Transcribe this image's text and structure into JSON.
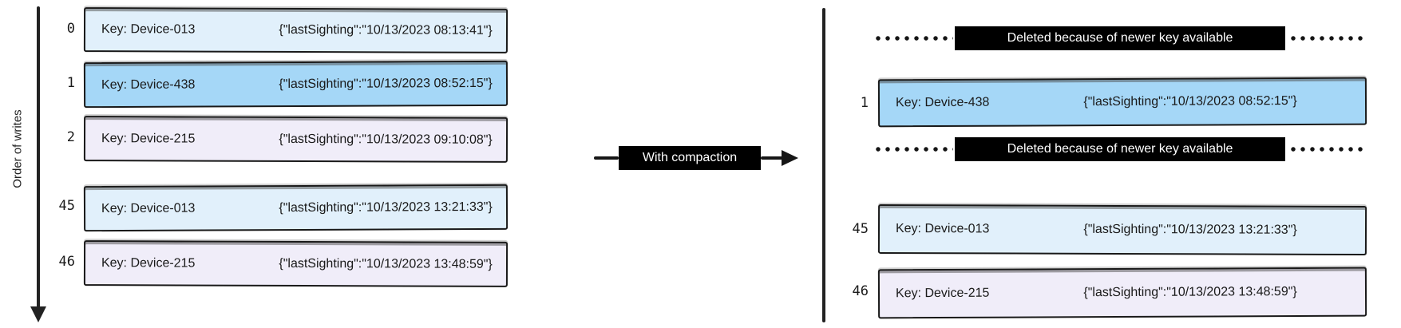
{
  "left_panel": {
    "axis_label": "Order of writes",
    "rows": [
      {
        "index": "0",
        "key": "Key: Device-013",
        "value": "{\"lastSighting\":\"10/13/2023 08:13:41\"}",
        "fill": "light-blue"
      },
      {
        "index": "1",
        "key": "Key: Device-438",
        "value": "{\"lastSighting\":\"10/13/2023 08:52:15\"}",
        "fill": "blue"
      },
      {
        "index": "2",
        "key": "Key: Device-215",
        "value": "{\"lastSighting\":\"10/13/2023 09:10:08\"}",
        "fill": "lavender"
      },
      {
        "index": "45",
        "key": "Key: Device-013",
        "value": "{\"lastSighting\":\"10/13/2023 13:21:33\"}",
        "fill": "light-blue"
      },
      {
        "index": "46",
        "key": "Key: Device-215",
        "value": "{\"lastSighting\":\"10/13/2023 13:48:59\"}",
        "fill": "lavender"
      }
    ]
  },
  "transition": {
    "label": "With compaction"
  },
  "right_panel": {
    "items": [
      {
        "type": "deleted",
        "label": "Deleted because of newer key available"
      },
      {
        "type": "record",
        "index": "1",
        "key": "Key: Device-438",
        "value": "{\"lastSighting\":\"10/13/2023 08:52:15\"}",
        "fill": "blue"
      },
      {
        "type": "deleted",
        "label": "Deleted because of newer key available"
      },
      {
        "type": "record",
        "index": "45",
        "key": "Key: Device-013",
        "value": "{\"lastSighting\":\"10/13/2023 13:21:33\"}",
        "fill": "light-blue"
      },
      {
        "type": "record",
        "index": "46",
        "key": "Key: Device-215",
        "value": "{\"lastSighting\":\"10/13/2023 13:48:59\"}",
        "fill": "lavender"
      }
    ]
  },
  "colors": {
    "light_blue": "#e1f0fb",
    "blue": "#a5d7f7",
    "lavender": "#f0edf9",
    "badge_bg": "#000000",
    "badge_text": "#ffffff",
    "stroke": "#191919"
  }
}
